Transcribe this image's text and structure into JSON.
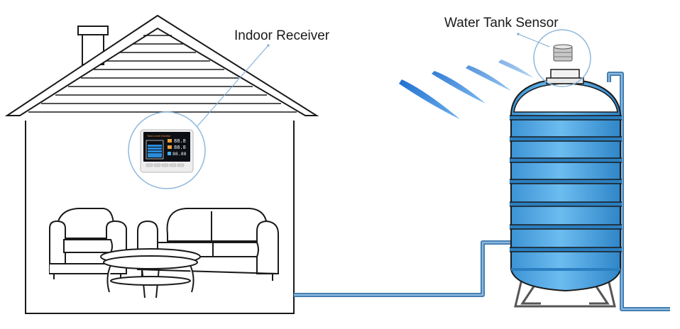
{
  "labels": {
    "indoor_receiver": "Indoor Receiver",
    "water_tank_sensor": "Water Tank Sensor"
  },
  "receiver_screen": {
    "title": "Tank Level Monitor",
    "reading_1": "88.8",
    "reading_2": "88.8",
    "reading_3": "88.88"
  },
  "colors": {
    "tank_fill": "#5aaee8",
    "tank_band": "#2a7fc0",
    "pipe": "#4a86b8",
    "signal_wave": "#2b7fd6",
    "callout_circle": "#8fb8dc",
    "outline": "#1a1a1a"
  }
}
